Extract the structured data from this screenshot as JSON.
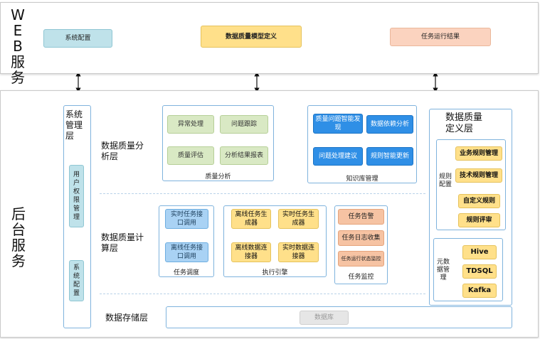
{
  "web": {
    "title": "WEB服务",
    "buttons": [
      "系统配置",
      "数据质量模型定义",
      "任务运行结果"
    ]
  },
  "backend": {
    "title": "后台服务",
    "system_mgmt": {
      "title": "系统管理层",
      "items": [
        "用户权限管理",
        "系统配置"
      ]
    },
    "analysis": {
      "label": "数据质量分析层",
      "quality": {
        "caption": "质量分析",
        "items": [
          "异常处理",
          "问题跟踪",
          "质量评估",
          "分析结果报表"
        ]
      },
      "knowledge": {
        "caption": "知识库管理",
        "items": [
          "质量问题智能发现",
          "数据依赖分析",
          "问题处理建议",
          "规则智能更新"
        ]
      }
    },
    "compute": {
      "label": "数据质量计算层",
      "schedule": {
        "caption": "任务调度",
        "items": [
          "实时任务接口调用",
          "离线任务接口调用"
        ]
      },
      "engine": {
        "caption": "执行引擎",
        "items": [
          "离线任务生成器",
          "实时任务生成器",
          "离线数据连接器",
          "实时数据连接器"
        ]
      },
      "monitor": {
        "caption": "任务监控",
        "items": [
          "任务告警",
          "任务日志收集",
          "任务运行状态监控"
        ]
      }
    },
    "storage": {
      "label": "数据存储层",
      "db": "数据库"
    },
    "definition": {
      "title": "数据质量定义层",
      "rules": {
        "caption": "规则配置",
        "items": [
          "业务规则管理",
          "技术规则管理",
          "自定义规则",
          "规则评审"
        ]
      },
      "meta": {
        "caption": "元数据管理",
        "items": [
          "Hive",
          "TDSQL",
          "Kafka"
        ]
      }
    }
  }
}
